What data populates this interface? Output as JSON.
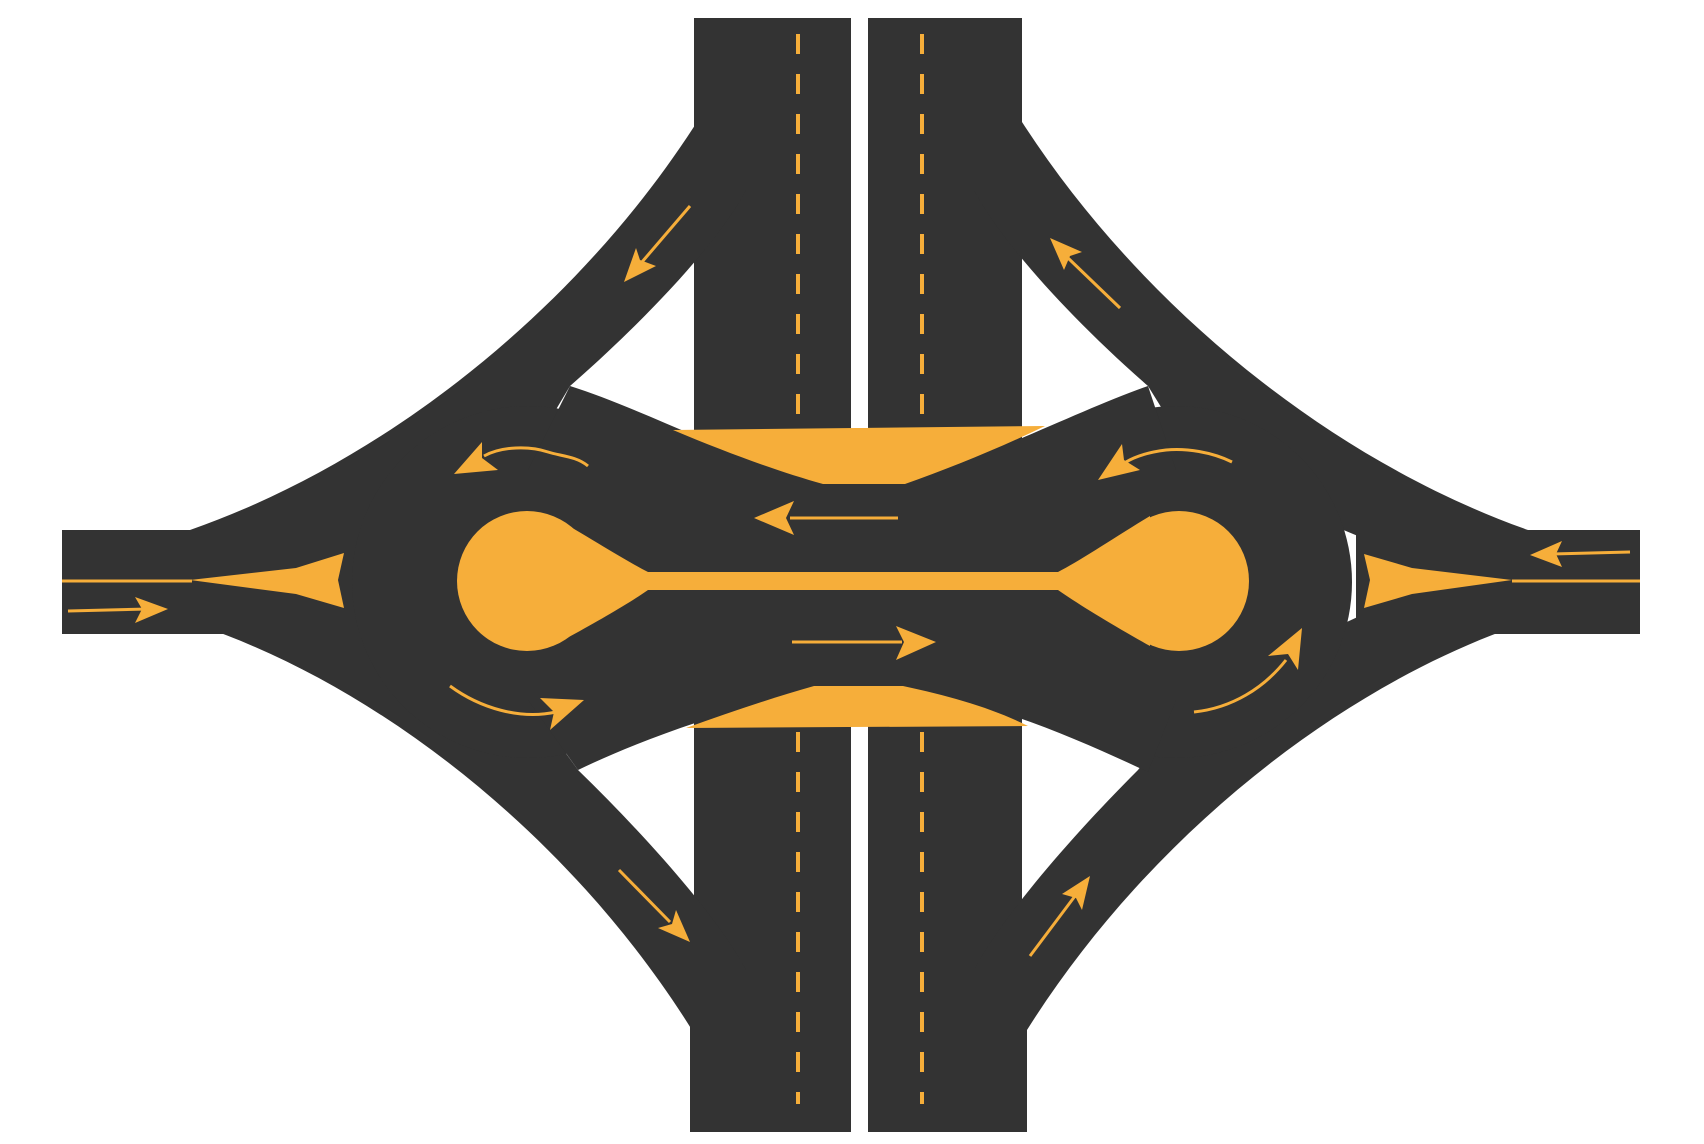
{
  "diagram": {
    "kind": "dumbbell interchange (double roundabout with diamond ramps)",
    "colors": {
      "background": "#ffffff",
      "asphalt": "#333333",
      "marking": "#f6ae3a"
    },
    "elements": {
      "mainline_roads": [
        "northbound-carriageway",
        "southbound-carriageway"
      ],
      "roundabouts": [
        "west-roundabout",
        "east-roundabout"
      ],
      "ramps": [
        "northwest-ramp",
        "northeast-ramp",
        "southwest-ramp",
        "southeast-ramp"
      ],
      "cross_road": [
        "west-approach",
        "east-approach",
        "connector-road"
      ],
      "arrows": [
        "west-approach-arrow",
        "east-approach-arrow",
        "connector-westbound-arrow",
        "connector-eastbound-arrow",
        "northwest-ramp-arrow",
        "northeast-ramp-arrow",
        "southwest-ramp-arrow",
        "southeast-ramp-arrow",
        "west-roundabout-top-arrow",
        "west-roundabout-bottom-arrow",
        "east-roundabout-top-arrow",
        "east-roundabout-bottom-arrow"
      ]
    }
  }
}
